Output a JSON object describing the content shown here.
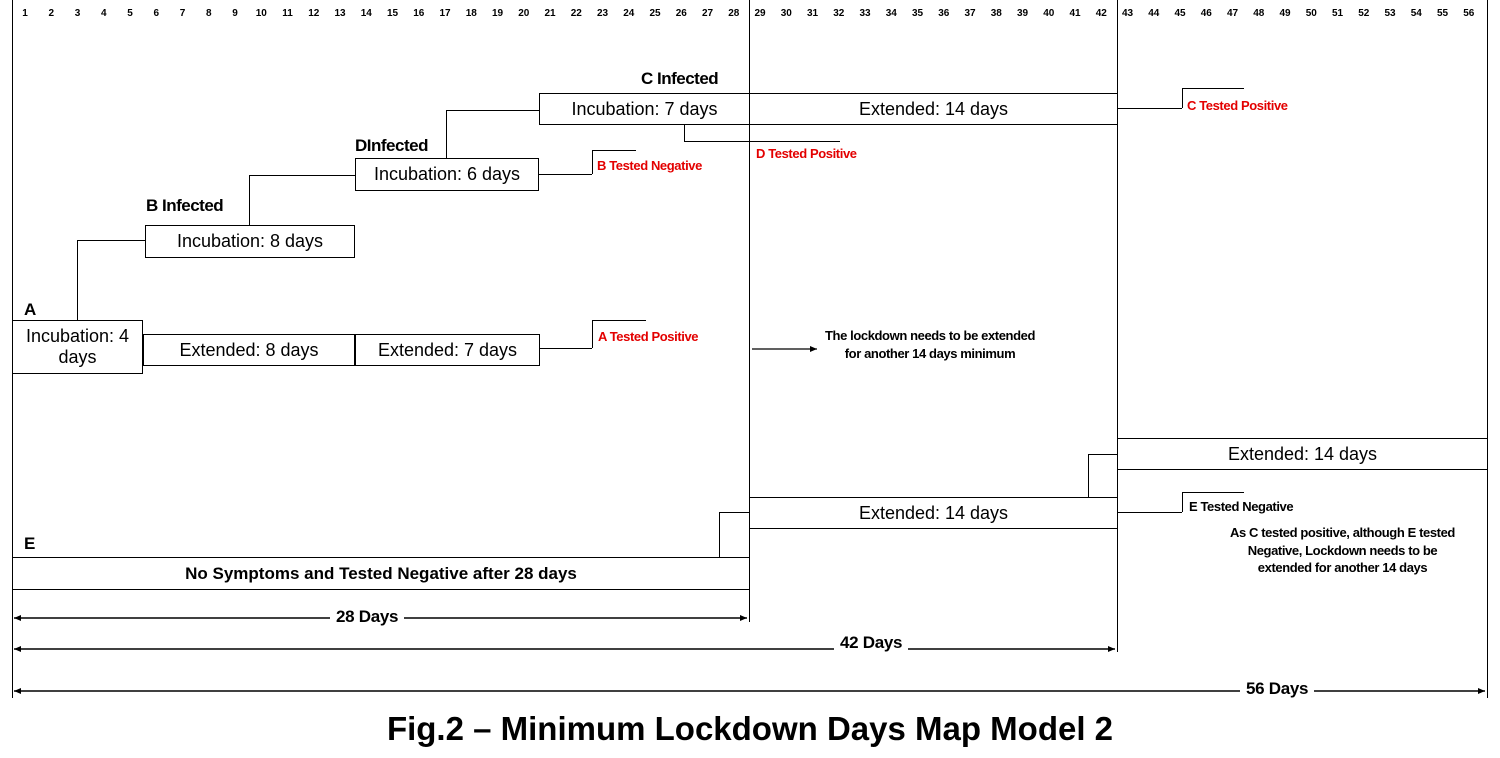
{
  "days": [
    "1",
    "2",
    "3",
    "4",
    "5",
    "6",
    "7",
    "8",
    "9",
    "10",
    "11",
    "12",
    "13",
    "14",
    "15",
    "16",
    "17",
    "18",
    "19",
    "20",
    "21",
    "22",
    "23",
    "24",
    "25",
    "26",
    "27",
    "28",
    "29",
    "30",
    "31",
    "32",
    "33",
    "34",
    "35",
    "36",
    "37",
    "38",
    "39",
    "40",
    "41",
    "42",
    "43",
    "44",
    "45",
    "46",
    "47",
    "48",
    "49",
    "50",
    "51",
    "52",
    "53",
    "54",
    "55",
    "56"
  ],
  "labels": {
    "a": "A",
    "b": "B Infected",
    "d": "DInfected",
    "c": "C  Infected",
    "e": "E"
  },
  "boxes": {
    "a_incubation": "Incubation: 4 days",
    "a_ext8": "Extended: 8 days",
    "a_ext7": "Extended: 7 days",
    "b_incubation": "Incubation: 8 days",
    "d_incubation": "Incubation: 6 days",
    "c_incubation": "Incubation: 7 days",
    "c_ext14": "Extended: 14 days",
    "e_main": "No Symptoms and Tested Negative after 28 days",
    "e_ext14_first": "Extended: 14 days",
    "e_ext14_second": "Extended: 14 days"
  },
  "results": {
    "b_negative": "B Tested Negative",
    "d_positive": "D Tested Positive",
    "c_positive": "C Tested Positive",
    "a_positive": "A Tested Positive",
    "e_negative": "E Tested Negative"
  },
  "notes": {
    "lockdown_line1": "The lockdown needs to be extended",
    "lockdown_line2": "for another 14 days minimum",
    "ce_line1": "As C tested positive, although E tested",
    "ce_line2": "Negative, Lockdown needs to be",
    "ce_line3": "extended for another 14 days"
  },
  "durations": {
    "d28": "28 Days",
    "d42": "42 Days",
    "d56": "56 Days"
  },
  "title": "Fig.2 – Minimum Lockdown Days Map Model 2"
}
